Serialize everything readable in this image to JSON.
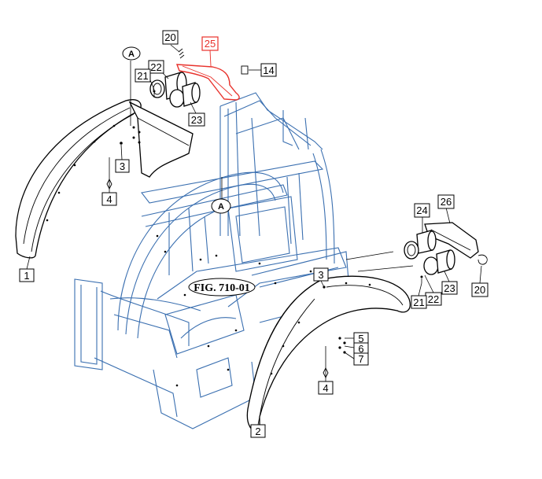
{
  "figure": {
    "label": "FIG. 710-01",
    "callout_letter": "A",
    "highlight_color": "#e8312b",
    "frame_color": "#3a6fb0"
  },
  "references": [
    {
      "id": "ref-20-top",
      "label": "20",
      "highlighted": false
    },
    {
      "id": "ref-25",
      "label": "25",
      "highlighted": true
    },
    {
      "id": "ref-14",
      "label": "14",
      "highlighted": false
    },
    {
      "id": "ref-22-top",
      "label": "22",
      "highlighted": false
    },
    {
      "id": "ref-21-top",
      "label": "21",
      "highlighted": false
    },
    {
      "id": "ref-23-top",
      "label": "23",
      "highlighted": false
    },
    {
      "id": "ref-3-left",
      "label": "3",
      "highlighted": false
    },
    {
      "id": "ref-4-left",
      "label": "4",
      "highlighted": false
    },
    {
      "id": "ref-1",
      "label": "1",
      "highlighted": false
    },
    {
      "id": "ref-24",
      "label": "24",
      "highlighted": false
    },
    {
      "id": "ref-26",
      "label": "26",
      "highlighted": false
    },
    {
      "id": "ref-3-right",
      "label": "3",
      "highlighted": false
    },
    {
      "id": "ref-22-right",
      "label": "22",
      "highlighted": false
    },
    {
      "id": "ref-21-right",
      "label": "21",
      "highlighted": false
    },
    {
      "id": "ref-23-right",
      "label": "23",
      "highlighted": false
    },
    {
      "id": "ref-20-right",
      "label": "20",
      "highlighted": false
    },
    {
      "id": "ref-5",
      "label": "5",
      "highlighted": false
    },
    {
      "id": "ref-6",
      "label": "6",
      "highlighted": false
    },
    {
      "id": "ref-7",
      "label": "7",
      "highlighted": false
    },
    {
      "id": "ref-4-right",
      "label": "4",
      "highlighted": false
    },
    {
      "id": "ref-2",
      "label": "2",
      "highlighted": false
    }
  ]
}
